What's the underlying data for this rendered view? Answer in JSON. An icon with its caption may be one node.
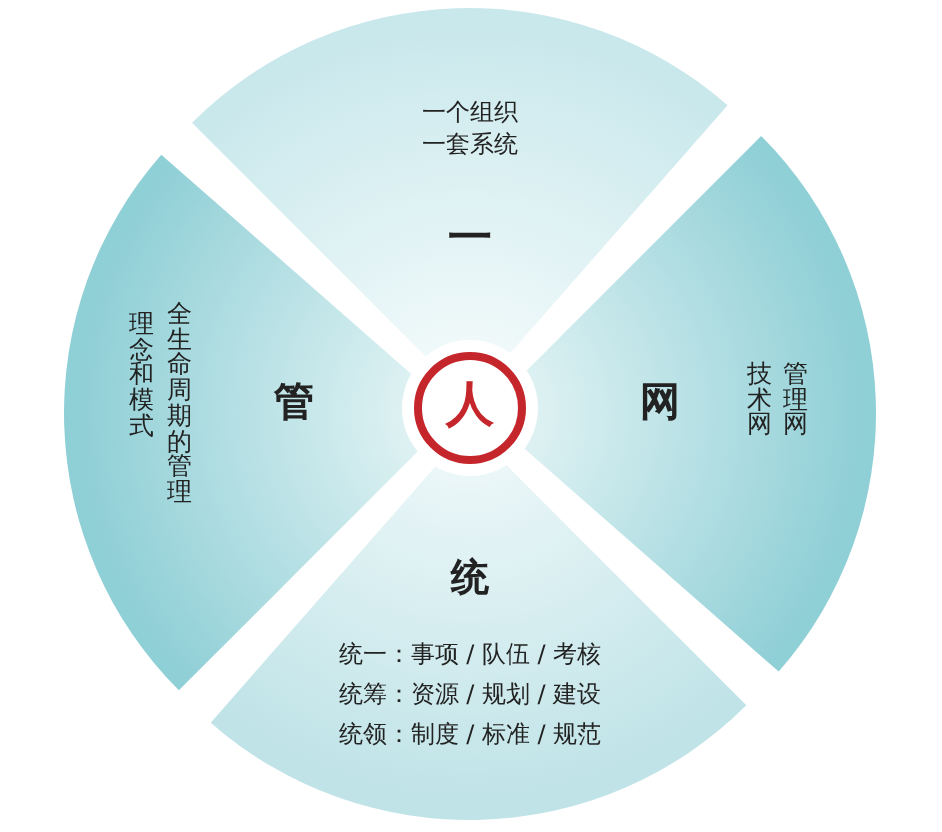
{
  "diagram": {
    "nodes": [
      {
        "text": [
          "一个组织一套系统",
          "一"
        ]
      },
      {
        "text": [
          "理念和模式",
          "全生命周期的管理",
          "管"
        ]
      },
      {
        "text": [
          "人"
        ]
      },
      {
        "text": [
          "网",
          "技术网",
          "管理网"
        ]
      },
      {
        "text": [
          "统",
          "统一：事项 / 队伍 / 考核",
          "统筹：资源 / 规划 / 建设",
          "统领：制度 / 标准 / 规范"
        ]
      }
    ]
  }
}
